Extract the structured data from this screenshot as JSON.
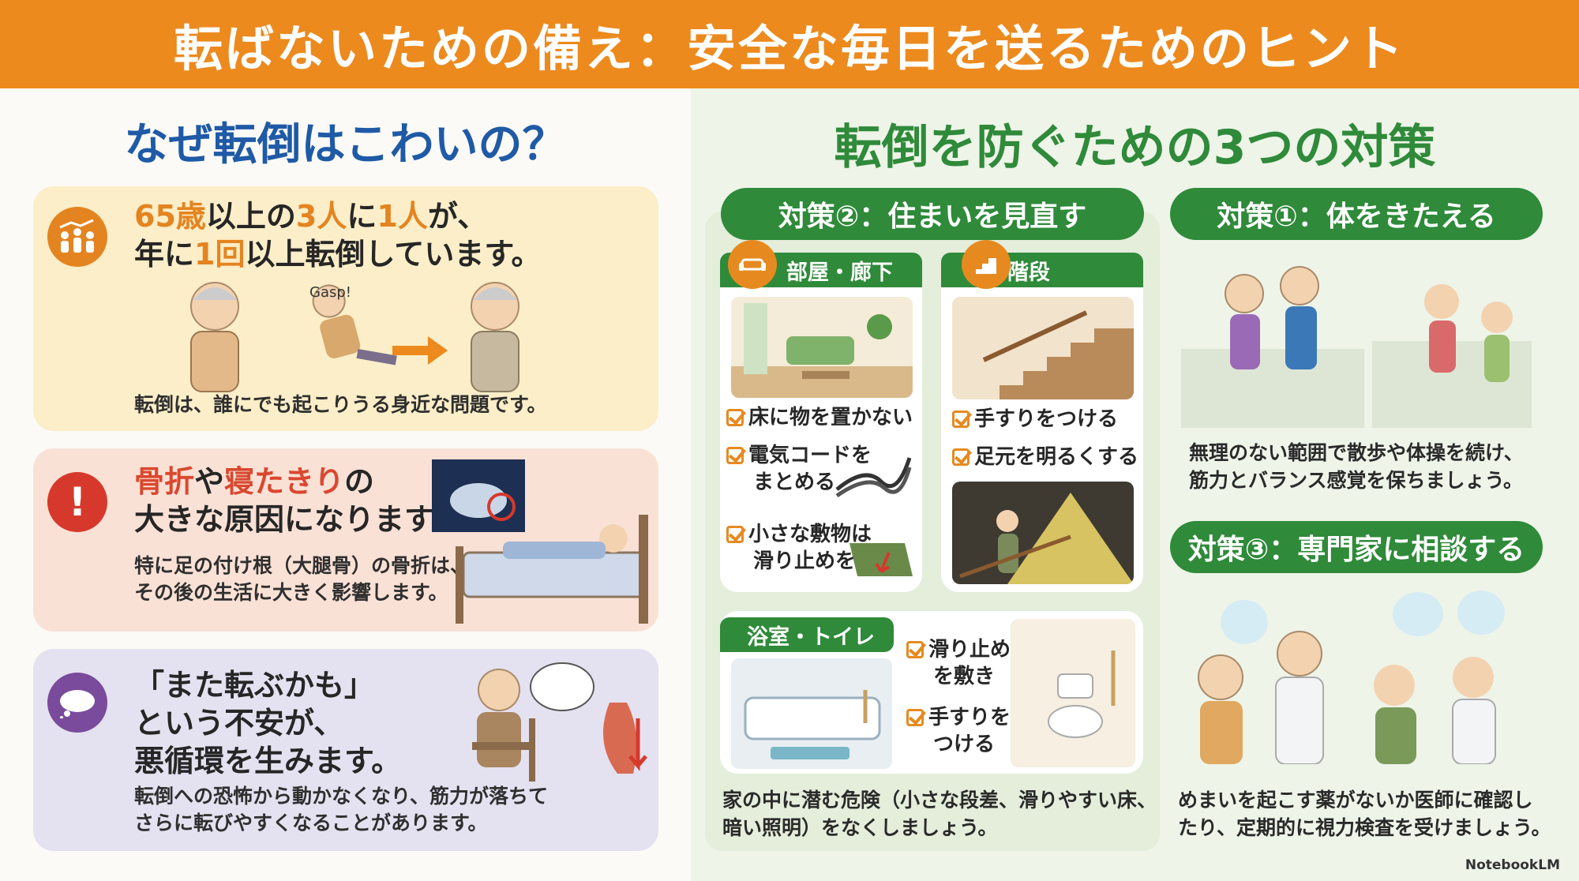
{
  "header": {
    "title": "転ばないための備え：安全な毎日を送るためのヒント"
  },
  "left": {
    "title": "なぜ転倒はこわいの？",
    "card1": {
      "icon": "people-chart-icon",
      "head_parts": [
        "65歳",
        "以上の",
        "3人",
        "に",
        "1人",
        "が、"
      ],
      "head_line2_parts": [
        "年に",
        "1回",
        "以上転倒しています。"
      ],
      "gasp": "Gasp!",
      "body": "転倒は、誰にでも起こりうる身近な問題です。"
    },
    "card2": {
      "icon": "exclamation-icon",
      "head_parts": [
        "骨折",
        "や",
        "寝たきり",
        "の"
      ],
      "head_line2": "大きな原因になります。",
      "body1": "特に足の付け根（大腿骨）の骨折は、",
      "body2": "その後の生活に大きく影響します。"
    },
    "card3": {
      "icon": "thought-cloud-icon",
      "head1": "「また転ぶかも」",
      "head2": "という不安が、",
      "head3": "悪循環を生みます。",
      "body1": "転倒への恐怖から動かなくなり、筋力が落ちて",
      "body2": "さらに転びやすくなることがあります。"
    }
  },
  "right": {
    "title": "転倒を防ぐための3つの対策",
    "m2": {
      "pill": "対策②：住まいを見直す",
      "room_tab": "部屋・廊下",
      "stairs_tab": "階段",
      "room_checks": [
        "床に物を置かない",
        "電気コードを",
        "まとめる",
        "小さな敷物は",
        "滑り止めを"
      ],
      "stairs_checks": [
        "手すりをつける",
        "足元を明るくする"
      ],
      "bath_tab": "浴室・トイレ",
      "bath_checks": [
        "滑り止めマット",
        "を敷き",
        "手すりを",
        "つける"
      ],
      "footer1": "家の中に潜む危険（小さな段差、滑りやすい床、",
      "footer2": "暗い照明）をなくしましょう。"
    },
    "m1": {
      "pill": "対策①：体をきたえる",
      "text1": "無理のない範囲で散歩や体操を続け、",
      "text2": "筋力とバランス感覚を保ちましょう。"
    },
    "m3": {
      "pill": "対策③：専門家に相談する",
      "text1": "めまいを起こす薬がないか医師に確認し",
      "text2": "たり、定期的に視力検査を受けましょう。"
    }
  },
  "brand": "NotebookLM",
  "colors": {
    "header": "#ec8a1e",
    "green": "#2f8a3a",
    "blue": "#1f5aa6",
    "orange": "#e48420",
    "red": "#d9482f"
  }
}
